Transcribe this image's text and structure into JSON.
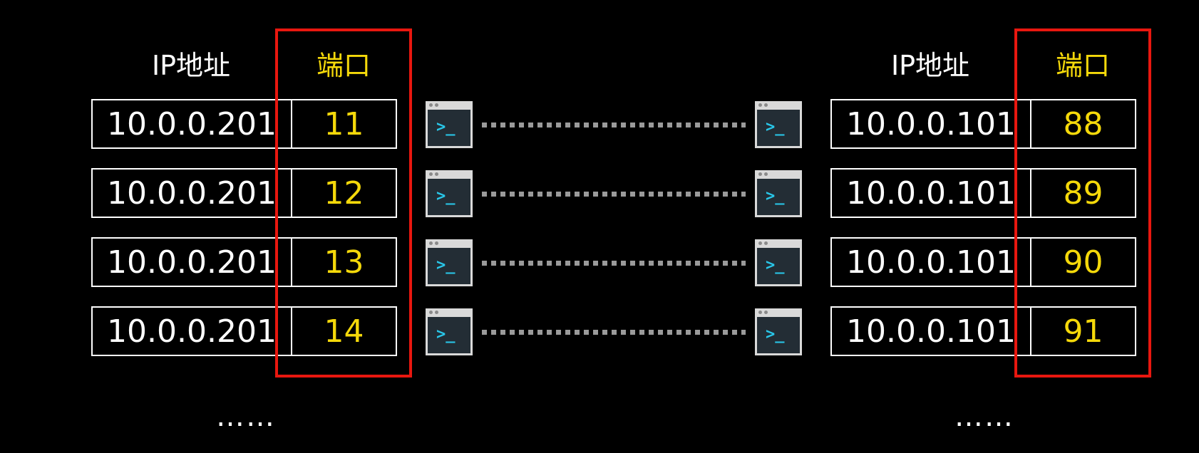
{
  "left_table": {
    "header_ip": "IP地址",
    "header_port": "端口",
    "rows": [
      {
        "ip": "10.0.0.201",
        "port": "11"
      },
      {
        "ip": "10.0.0.201",
        "port": "12"
      },
      {
        "ip": "10.0.0.201",
        "port": "13"
      },
      {
        "ip": "10.0.0.201",
        "port": "14"
      }
    ],
    "more": "……"
  },
  "right_table": {
    "header_ip": "IP地址",
    "header_port": "端口",
    "rows": [
      {
        "ip": "10.0.0.101",
        "port": "88"
      },
      {
        "ip": "10.0.0.101",
        "port": "89"
      },
      {
        "ip": "10.0.0.101",
        "port": "90"
      },
      {
        "ip": "10.0.0.101",
        "port": "91"
      }
    ],
    "more": "……"
  },
  "terminal_prompt": ">_",
  "colors": {
    "background": "#000000",
    "text": "#ffffff",
    "port_text": "#f5d90a",
    "highlight_border": "#e8170f",
    "connector": "#9a9a9a",
    "terminal_screen": "#232d35",
    "terminal_prompt": "#29c6e8"
  },
  "icons": {
    "terminal": "terminal-icon"
  }
}
